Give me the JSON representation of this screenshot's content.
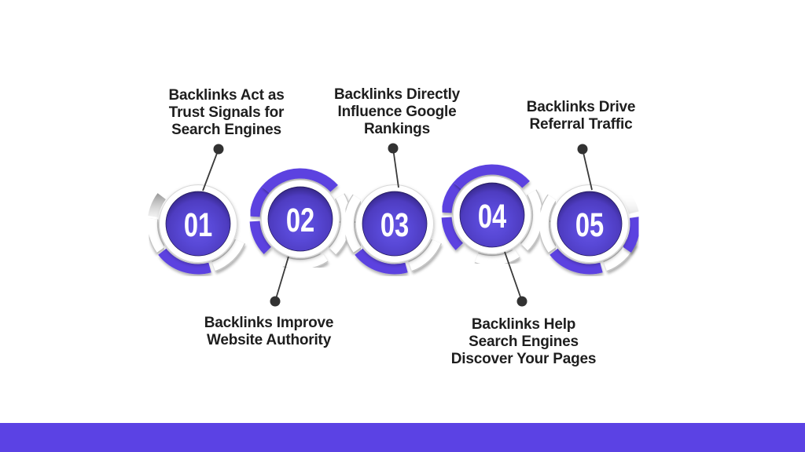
{
  "infographic": {
    "topic": "Backlinks benefits process infographic",
    "steps": [
      {
        "number": "01",
        "label": "Backlinks Act as\nTrust Signals for\nSearch Engines",
        "label_position": "top"
      },
      {
        "number": "02",
        "label": "Backlinks Improve\nWebsite Authority",
        "label_position": "bottom"
      },
      {
        "number": "03",
        "label": "Backlinks Directly\nInfluence Google\nRankings",
        "label_position": "top"
      },
      {
        "number": "04",
        "label": "Backlinks Help\nSearch Engines\nDiscover Your Pages",
        "label_position": "bottom"
      },
      {
        "number": "05",
        "label": "Backlinks Drive\nReferral Traffic",
        "label_position": "top"
      }
    ],
    "colors": {
      "arc_purple": "#5b43e0",
      "disc_purple": "#5645d2",
      "bottom_bar": "#5b42e4",
      "label_text": "#1e1e1e",
      "connector": "#3a3a3a",
      "number_text": "#ffffff"
    }
  }
}
